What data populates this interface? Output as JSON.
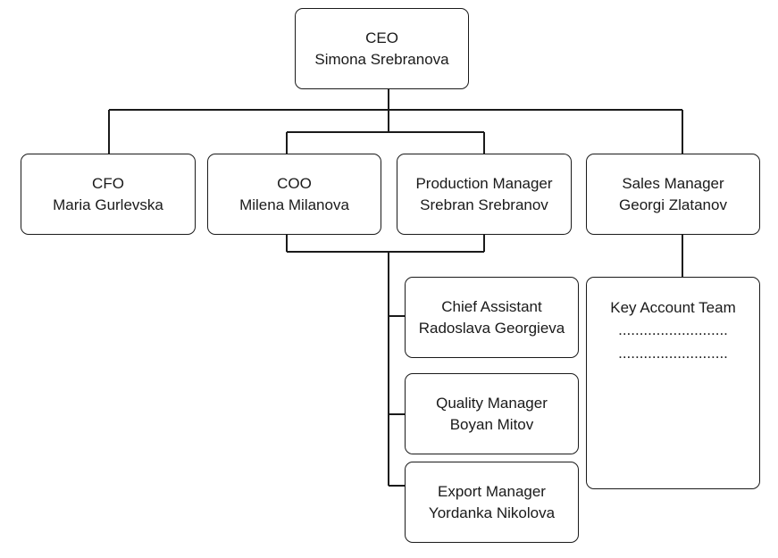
{
  "org_chart": {
    "ceo": {
      "title": "CEO",
      "name": "Simona Srebranova"
    },
    "cfo": {
      "title": "CFO",
      "name": "Maria Gurlevska"
    },
    "coo": {
      "title": "COO",
      "name": "Milena Milanova"
    },
    "production_manager": {
      "title": "Production Manager",
      "name": "Srebran Srebranov"
    },
    "sales_manager": {
      "title": "Sales Manager",
      "name": "Georgi Zlatanov"
    },
    "chief_assistant": {
      "title": "Chief Assistant",
      "name": "Radoslava Georgieva"
    },
    "quality_manager": {
      "title": "Quality Manager",
      "name": "Boyan Mitov"
    },
    "export_manager": {
      "title": "Export Manager",
      "name": "Yordanka Nikolova"
    },
    "key_account_team": {
      "title": "Key Account Team",
      "line1": "..........................",
      "line2": ".........................."
    }
  },
  "colors": {
    "line": "#1a1a1a",
    "box_border": "#1a1a1a",
    "background": "#ffffff"
  }
}
